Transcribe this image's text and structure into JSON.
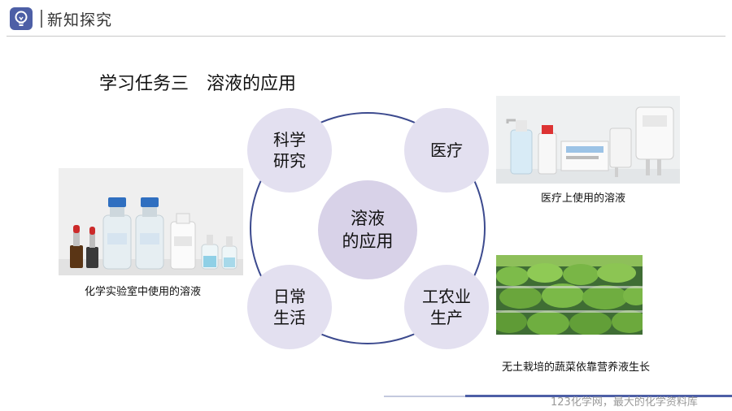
{
  "header": {
    "title": "新知探究",
    "icon": "lightbulb-icon"
  },
  "task_title": "学习任务三　溶液的应用",
  "center": {
    "line1": "溶液",
    "line2": "的应用"
  },
  "nodes": {
    "top_left": {
      "line1": "科学",
      "line2": "研究"
    },
    "top_right": {
      "line1": "医疗"
    },
    "bottom_left": {
      "line1": "日常",
      "line2": "生活"
    },
    "bottom_right": {
      "line1": "工农业",
      "line2": "生产"
    }
  },
  "captions": {
    "lab": "化学实验室中使用的溶液",
    "medical": "医疗上使用的溶液",
    "vegetables": "无土栽培的蔬菜依靠营养液生长"
  },
  "watermark": "123化学网，最大的化学资料库",
  "colors": {
    "accent": "#4d5fa6",
    "ring": "#3c4a8e",
    "bubble": "#e3e0f0"
  }
}
